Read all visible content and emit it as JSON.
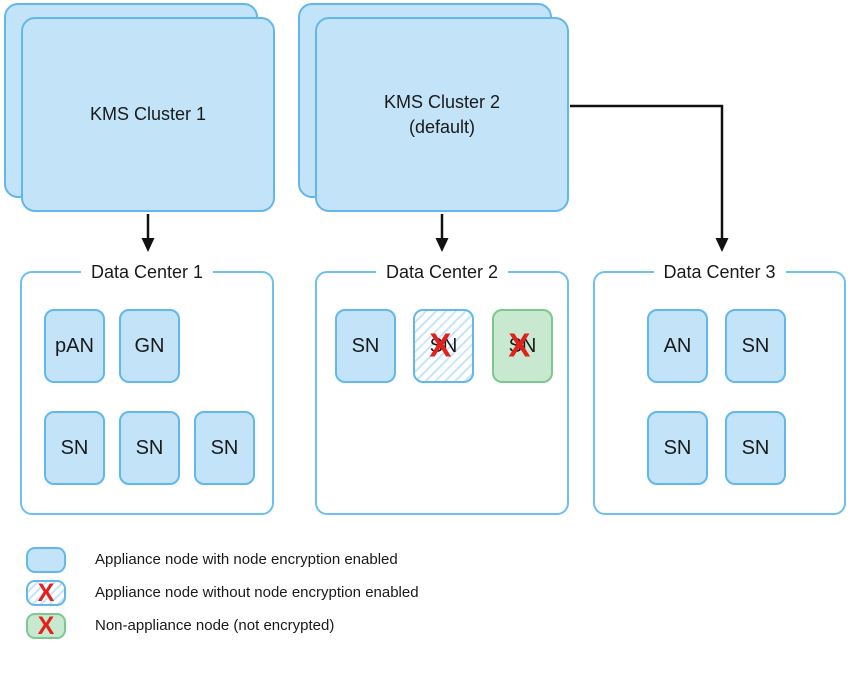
{
  "colors": {
    "node-fill": "#c2e3f8",
    "node-border": "#62b7eb",
    "box-border": "#6cc1f0",
    "hatch-stripe": "#c9e6f8",
    "green-fill": "#c8e8cf",
    "green-border": "#7cc88e",
    "x-red": "#e3201b",
    "line-black": "#111111"
  },
  "clusters": [
    {
      "label": "KMS Cluster 1",
      "sublabel": ""
    },
    {
      "label": "KMS Cluster 2",
      "sublabel": "(default)"
    }
  ],
  "datacenters": [
    {
      "title": "Data Center 1",
      "nodes": [
        {
          "label": "pAN",
          "type": "encrypted"
        },
        {
          "label": "GN",
          "type": "encrypted"
        },
        {
          "label": "SN",
          "type": "encrypted"
        },
        {
          "label": "SN",
          "type": "encrypted"
        },
        {
          "label": "SN",
          "type": "encrypted"
        }
      ]
    },
    {
      "title": "Data Center 2",
      "nodes": [
        {
          "label": "SN",
          "type": "encrypted"
        },
        {
          "label": "SN",
          "type": "not-encrypted-appliance"
        },
        {
          "label": "SN",
          "type": "non-appliance"
        }
      ]
    },
    {
      "title": "Data Center 3",
      "nodes": [
        {
          "label": "AN",
          "type": "encrypted"
        },
        {
          "label": "SN",
          "type": "encrypted"
        },
        {
          "label": "SN",
          "type": "encrypted"
        },
        {
          "label": "SN",
          "type": "encrypted"
        }
      ]
    }
  ],
  "marks": {
    "x": "X"
  },
  "legend": [
    {
      "label": "Appliance node with node encryption enabled"
    },
    {
      "label": "Appliance node without node encryption enabled"
    },
    {
      "label": "Non-appliance node (not encrypted)"
    }
  ]
}
